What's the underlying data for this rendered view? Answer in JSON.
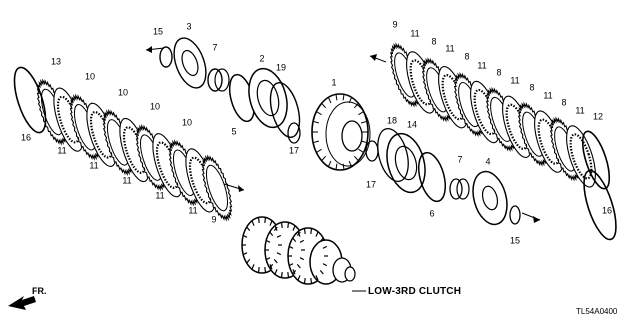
{
  "caption": "LOW-3RD CLUTCH",
  "diagram_code": "TL54A0400",
  "front_marker": "FR.",
  "callouts": [
    "15",
    "3",
    "7",
    "2",
    "19",
    "5",
    "17",
    "1",
    "9",
    "11",
    "8",
    "11",
    "8",
    "11",
    "8",
    "11",
    "8",
    "11",
    "8",
    "11",
    "12",
    "16",
    "13",
    "10",
    "10",
    "10",
    "10",
    "16",
    "11",
    "11",
    "11",
    "11",
    "11",
    "9",
    "18",
    "14",
    "17",
    "6",
    "7",
    "4",
    "15"
  ]
}
